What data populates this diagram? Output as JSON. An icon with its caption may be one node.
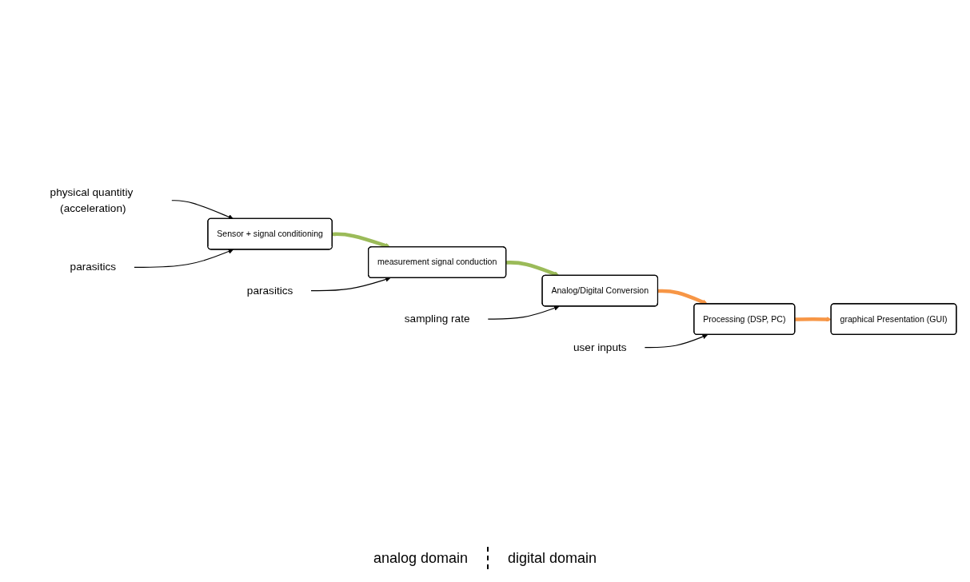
{
  "diagram": {
    "nodes": [
      {
        "text": [
          "physical quantitiy (acceleration)"
        ]
      },
      {
        "text": [
          "Sensor + signal conditioning"
        ]
      },
      {
        "text": [
          "parasitics"
        ]
      },
      {
        "text": [
          "measurement signal conduction"
        ]
      },
      {
        "text": [
          "parasitics"
        ]
      },
      {
        "text": [
          "sampling rate"
        ]
      },
      {
        "text": [
          "Analog/Digital Conversion"
        ]
      },
      {
        "text": [
          "Processing (DSP, PC)"
        ]
      },
      {
        "text": [
          "user inputs"
        ]
      },
      {
        "text": [
          "graphical Presentation (GUI)"
        ]
      }
    ],
    "edges": [
      {
        "from": 0,
        "to": 1,
        "arrow": "to"
      },
      {
        "from": 2,
        "to": 1,
        "arrow": "to"
      },
      {
        "from": 1,
        "to": 3,
        "arrow": "to",
        "style": "thick",
        "color": "#9bbb59"
      },
      {
        "from": 4,
        "to": 3,
        "arrow": "to"
      },
      {
        "from": 3,
        "to": 6,
        "arrow": "to",
        "style": "thick",
        "color": "#9bbb59"
      },
      {
        "from": 5,
        "to": 6,
        "arrow": "to"
      },
      {
        "from": 6,
        "to": 7,
        "arrow": "to",
        "style": "thick",
        "color": "#f79646"
      },
      {
        "from": 8,
        "to": 7,
        "arrow": "to"
      },
      {
        "from": 7,
        "to": 9,
        "arrow": "to",
        "style": "thick",
        "color": "#f79646"
      }
    ],
    "labels": [
      "analog domain",
      "digital domain"
    ]
  }
}
